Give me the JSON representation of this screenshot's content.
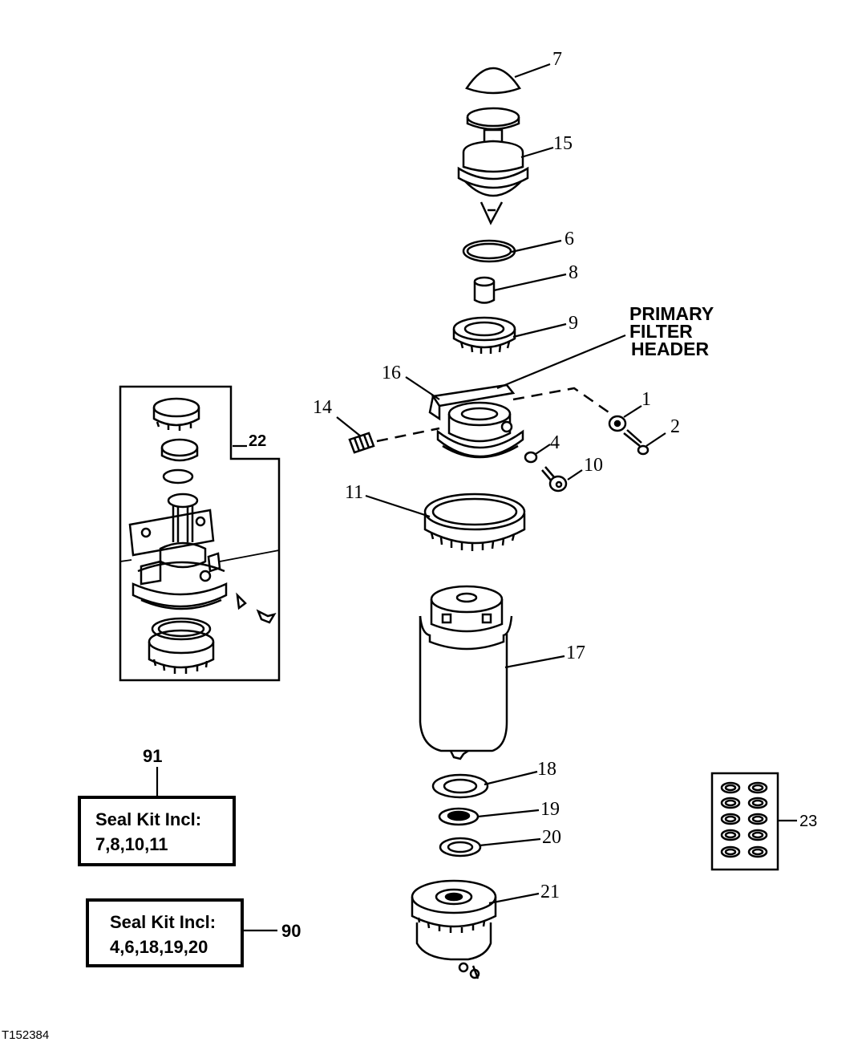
{
  "labels": {
    "p1": "1",
    "p2": "2",
    "p4": "4",
    "p6": "6",
    "p7": "7",
    "p8": "8",
    "p9": "9",
    "p10": "10",
    "p11": "11",
    "p14": "14",
    "p15": "15",
    "p16": "16",
    "p17": "17",
    "p18": "18",
    "p19": "19",
    "p20": "20",
    "p21": "21",
    "p22": "22",
    "p23": "23"
  },
  "header_label": [
    "PRIMARY",
    "FILTER",
    "HEADER"
  ],
  "kits": [
    {
      "number": "91",
      "line1": "Seal Kit Incl:",
      "line2": "7,8,10,11"
    },
    {
      "number": "90",
      "line1": "Seal Kit Incl:",
      "line2": "4,6,18,19,20"
    }
  ],
  "figure_id": "T152384"
}
